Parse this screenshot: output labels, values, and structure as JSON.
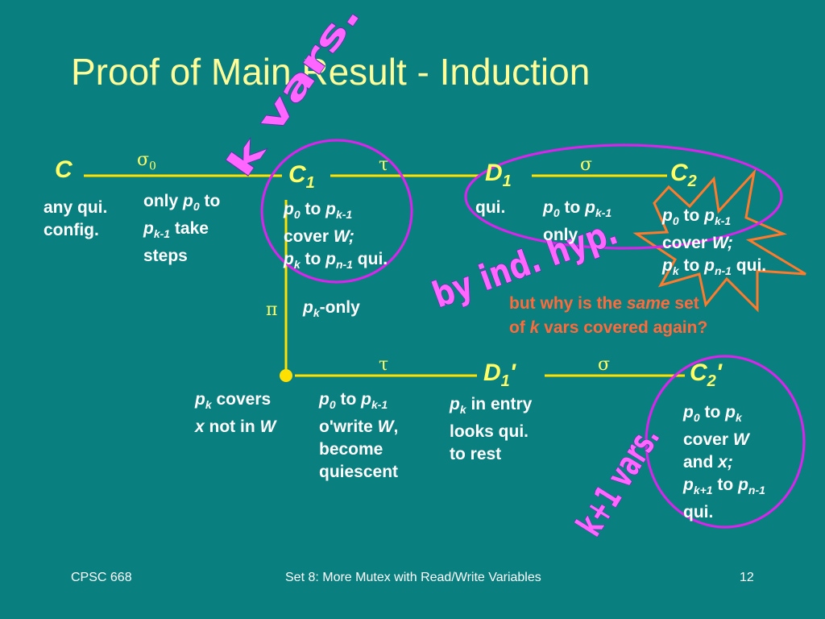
{
  "title": "Proof of Main Result - Induction",
  "nodes": {
    "c": "C",
    "c1": "C",
    "c1_sub": "1",
    "d1": "D",
    "d1_sub": "1",
    "c2": "C",
    "c2_sub": "2",
    "d1p": "D",
    "d1p_sub": "1",
    "d1p_prime": "'",
    "c2p": "C",
    "c2p_sub": "2",
    "c2p_prime": "'"
  },
  "edge_labels": {
    "sigma0": "σ",
    "sigma0_sub": "0",
    "tau_top": "τ",
    "sigma_top": "σ",
    "pi": "π",
    "tau_bottom": "τ",
    "sigma_bottom": "σ"
  },
  "texts": {
    "c_desc": [
      "any qui.",
      "config."
    ],
    "sigma0_desc": {
      "only": "only ",
      "p0": "p",
      "p0_sub": "0",
      "to": " to",
      "pk1": "p",
      "pk1_sub": "k-1",
      "take": " take",
      "steps": "steps"
    },
    "c1_desc": {
      "p0": "p",
      "p0_sub": "0",
      "to1": " to ",
      "pk1": "p",
      "pk1_sub": "k-1",
      "cover": "cover ",
      "w": "W;",
      "pk": "p",
      "pk_sub": "k",
      "to2": " to ",
      "pn1": "p",
      "pn1_sub": "n-1",
      "qui": " qui."
    },
    "d1_desc": "qui.",
    "sigma_desc": {
      "p0": "p",
      "p0_sub": "0",
      "to": " to ",
      "pk1": "p",
      "pk1_sub": "k-1",
      "only": "only"
    },
    "c2_desc": {
      "p0": "p",
      "p0_sub": "0",
      "to1": " to ",
      "pk1": "p",
      "pk1_sub": "k-1",
      "cover": "cover ",
      "w": "W;",
      "pk": "p",
      "pk_sub": "k",
      "to2": " to ",
      "pn1": "p",
      "pn1_sub": "n-1",
      "qui": " qui."
    },
    "pi_desc": {
      "pk": "p",
      "pk_sub": "k",
      "only": "-only"
    },
    "question": {
      "l1a": "but why is the ",
      "same": "same",
      "l1b": " set",
      "l2a": "of ",
      "k": "k",
      "l2b": " vars covered again?"
    },
    "dot_desc": {
      "pk": "p",
      "pk_sub": "k",
      "covers": " covers",
      "x": "x",
      "notin": " not in ",
      "w": "W"
    },
    "tau_desc": {
      "p0": "p",
      "p0_sub": "0",
      "to": " to ",
      "pk1": "p",
      "pk1_sub": "k-1",
      "owrite": "o'write ",
      "w": "W",
      "comma": ",",
      "become": "become",
      "quiescent": "quiescent"
    },
    "d1p_desc": {
      "pk": "p",
      "pk_sub": "k",
      "entry": " in entry",
      "looks": "looks qui.",
      "rest": "to rest"
    },
    "c2p_desc": {
      "p0": "p",
      "p0_sub": "0",
      "to1": " to ",
      "pk": "p",
      "pk_sub": "k",
      "cover": "cover ",
      "w": "W",
      "and": "and ",
      "x": "x;",
      "pk1": "p",
      "pk1_sub": "k+1",
      "to2": " to ",
      "pn1": "p",
      "pn1_sub": "n-1",
      "qui": "qui."
    }
  },
  "annotations": {
    "k_vars": "k vars.",
    "by_ind_hyp": "by ind. hyp.",
    "k1_vars": "k+1 vars."
  },
  "footer": {
    "left": "CPSC 668",
    "center": "Set 8:  More Mutex with Read/Write Variables",
    "page": "12"
  },
  "colors": {
    "background": "#0a7f80",
    "title": "#ffff99",
    "node": "#ffff66",
    "line": "#ffe000",
    "circle": "#dd22ee",
    "question": "#ff6a3a",
    "burst": "#ff7a2a",
    "wordart": "#ff66ff"
  }
}
